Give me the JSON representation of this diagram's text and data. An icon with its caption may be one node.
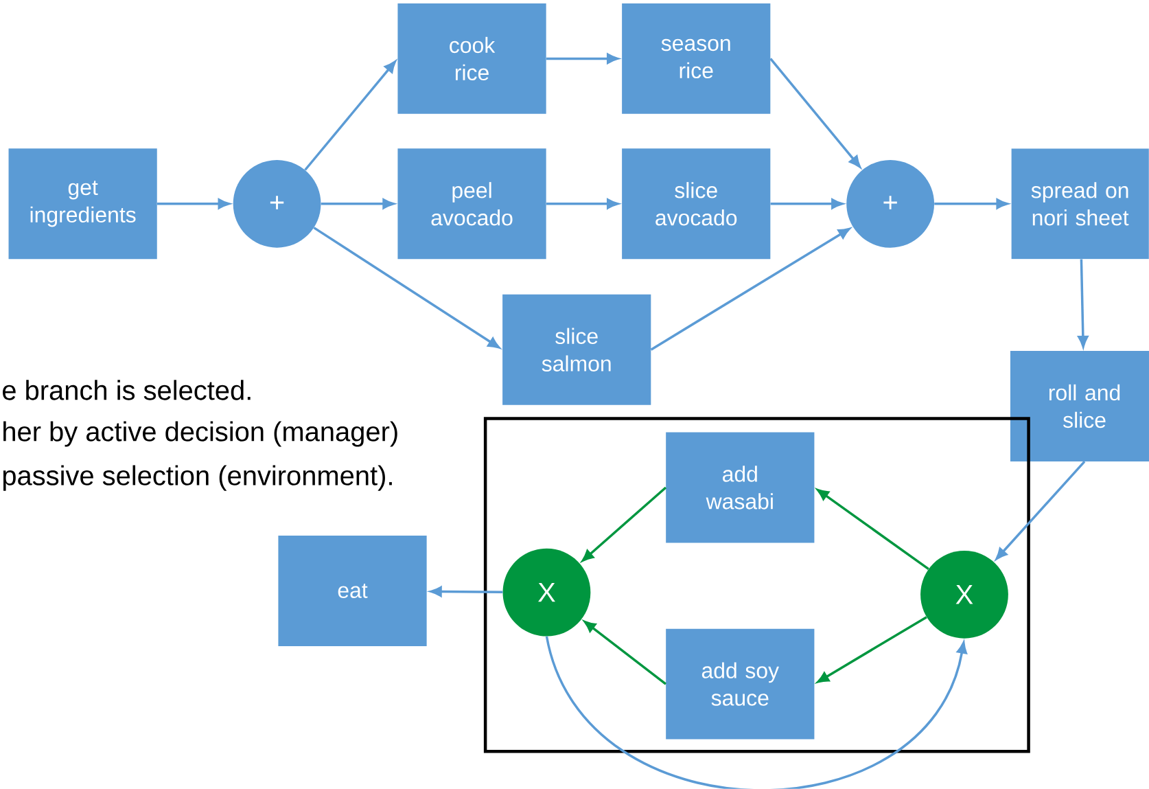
{
  "diagram": {
    "nodes": [
      {
        "text": [
          "get ingredients"
        ]
      },
      {
        "text": [
          "+"
        ]
      },
      {
        "text": [
          "cook rice"
        ]
      },
      {
        "text": [
          "season rice"
        ]
      },
      {
        "text": [
          "peel avocado"
        ]
      },
      {
        "text": [
          "slice avocado"
        ]
      },
      {
        "text": [
          "slice salmon"
        ]
      },
      {
        "text": [
          "+"
        ]
      },
      {
        "text": [
          "spread on nori sheet"
        ]
      },
      {
        "text": [
          "roll and slice"
        ]
      },
      {
        "text": [],
        "shape": "box"
      },
      {
        "text": [
          "X"
        ],
        "in": 10
      },
      {
        "text": [
          "add wasabi"
        ],
        "in": 10
      },
      {
        "text": [
          "add soy sauce"
        ],
        "in": 10
      },
      {
        "text": [
          "X"
        ],
        "in": 10
      },
      {
        "text": [
          "eat"
        ]
      }
    ],
    "edges": [
      {
        "from": 0,
        "to": 1,
        "arrow": "to"
      },
      {
        "from": 1,
        "to": 2,
        "arrow": "to"
      },
      {
        "from": 1,
        "to": 4,
        "arrow": "to"
      },
      {
        "from": 1,
        "to": 6,
        "arrow": "to"
      },
      {
        "from": 2,
        "to": 3,
        "arrow": "to"
      },
      {
        "from": 4,
        "to": 5,
        "arrow": "to"
      },
      {
        "from": 3,
        "to": 7,
        "arrow": "to"
      },
      {
        "from": 5,
        "to": 7,
        "arrow": "to"
      },
      {
        "from": 6,
        "to": 7,
        "arrow": "to"
      },
      {
        "from": 7,
        "to": 8,
        "arrow": "to"
      },
      {
        "from": 8,
        "to": 9,
        "arrow": "to"
      },
      {
        "from": 9,
        "to": 14,
        "arrow": "to"
      },
      {
        "from": 14,
        "to": 12,
        "arrow": "to",
        "color": "#00963f"
      },
      {
        "from": 14,
        "to": 13,
        "arrow": "to",
        "color": "#00963f"
      },
      {
        "from": 12,
        "to": 11,
        "arrow": "to",
        "color": "#00963f"
      },
      {
        "from": 13,
        "to": 11,
        "arrow": "to",
        "color": "#00963f"
      },
      {
        "from": 11,
        "to": 15,
        "arrow": "to"
      },
      {
        "from": 11,
        "to": 14,
        "arrow": "to"
      }
    ],
    "labels": [
      "e branch is selected.",
      "her by active decision (manager)",
      "passive selection (environment)."
    ]
  }
}
